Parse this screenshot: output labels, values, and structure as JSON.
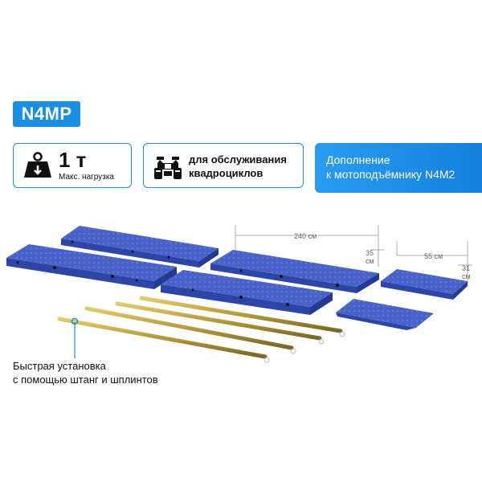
{
  "badge": {
    "model": "N4MP"
  },
  "card_load": {
    "value": "1 т",
    "label": "Макс. нагрузка",
    "icon": "weight-icon"
  },
  "card_atv": {
    "text_line1": "для обслуживания",
    "text_line2": "квадроциклов",
    "icon": "atv-icon"
  },
  "banner": {
    "line1": "Дополнение",
    "line2": "к мотоподъёмнику N4M2"
  },
  "dimensions": {
    "length": "240 см",
    "width_a": "35",
    "width_a_unit": "см",
    "width_b": "55 см",
    "width_c": "31",
    "width_c_unit": "см"
  },
  "callout": {
    "line1": "Быстрая установка",
    "line2": "с помощью штанг и шплинтов"
  },
  "colors": {
    "accent": "#1a8fe3",
    "platform": "#3a52b8",
    "rod": "#b39a3c"
  }
}
